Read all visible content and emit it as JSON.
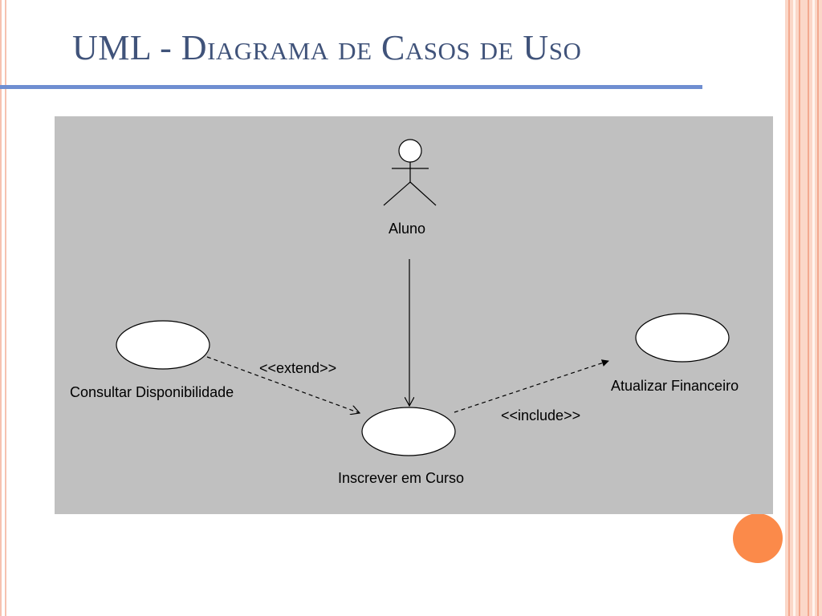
{
  "slide": {
    "title": "UML - Diagrama de Casos de Uso"
  },
  "diagram": {
    "actor": {
      "name": "Aluno"
    },
    "use_cases": {
      "consultar": "Consultar Disponibilidade",
      "inscrever": "Inscrever em Curso",
      "atualizar": "Atualizar Financeiro"
    },
    "relations": {
      "extend": "<<extend>>",
      "include": "<<include>>"
    }
  },
  "colors": {
    "title": "#40537a",
    "title_rule": "#6f8ed1",
    "canvas_bg": "#c0c0c0",
    "accent_dot": "#fb8a4a",
    "side_band": "#fbd7c8"
  }
}
